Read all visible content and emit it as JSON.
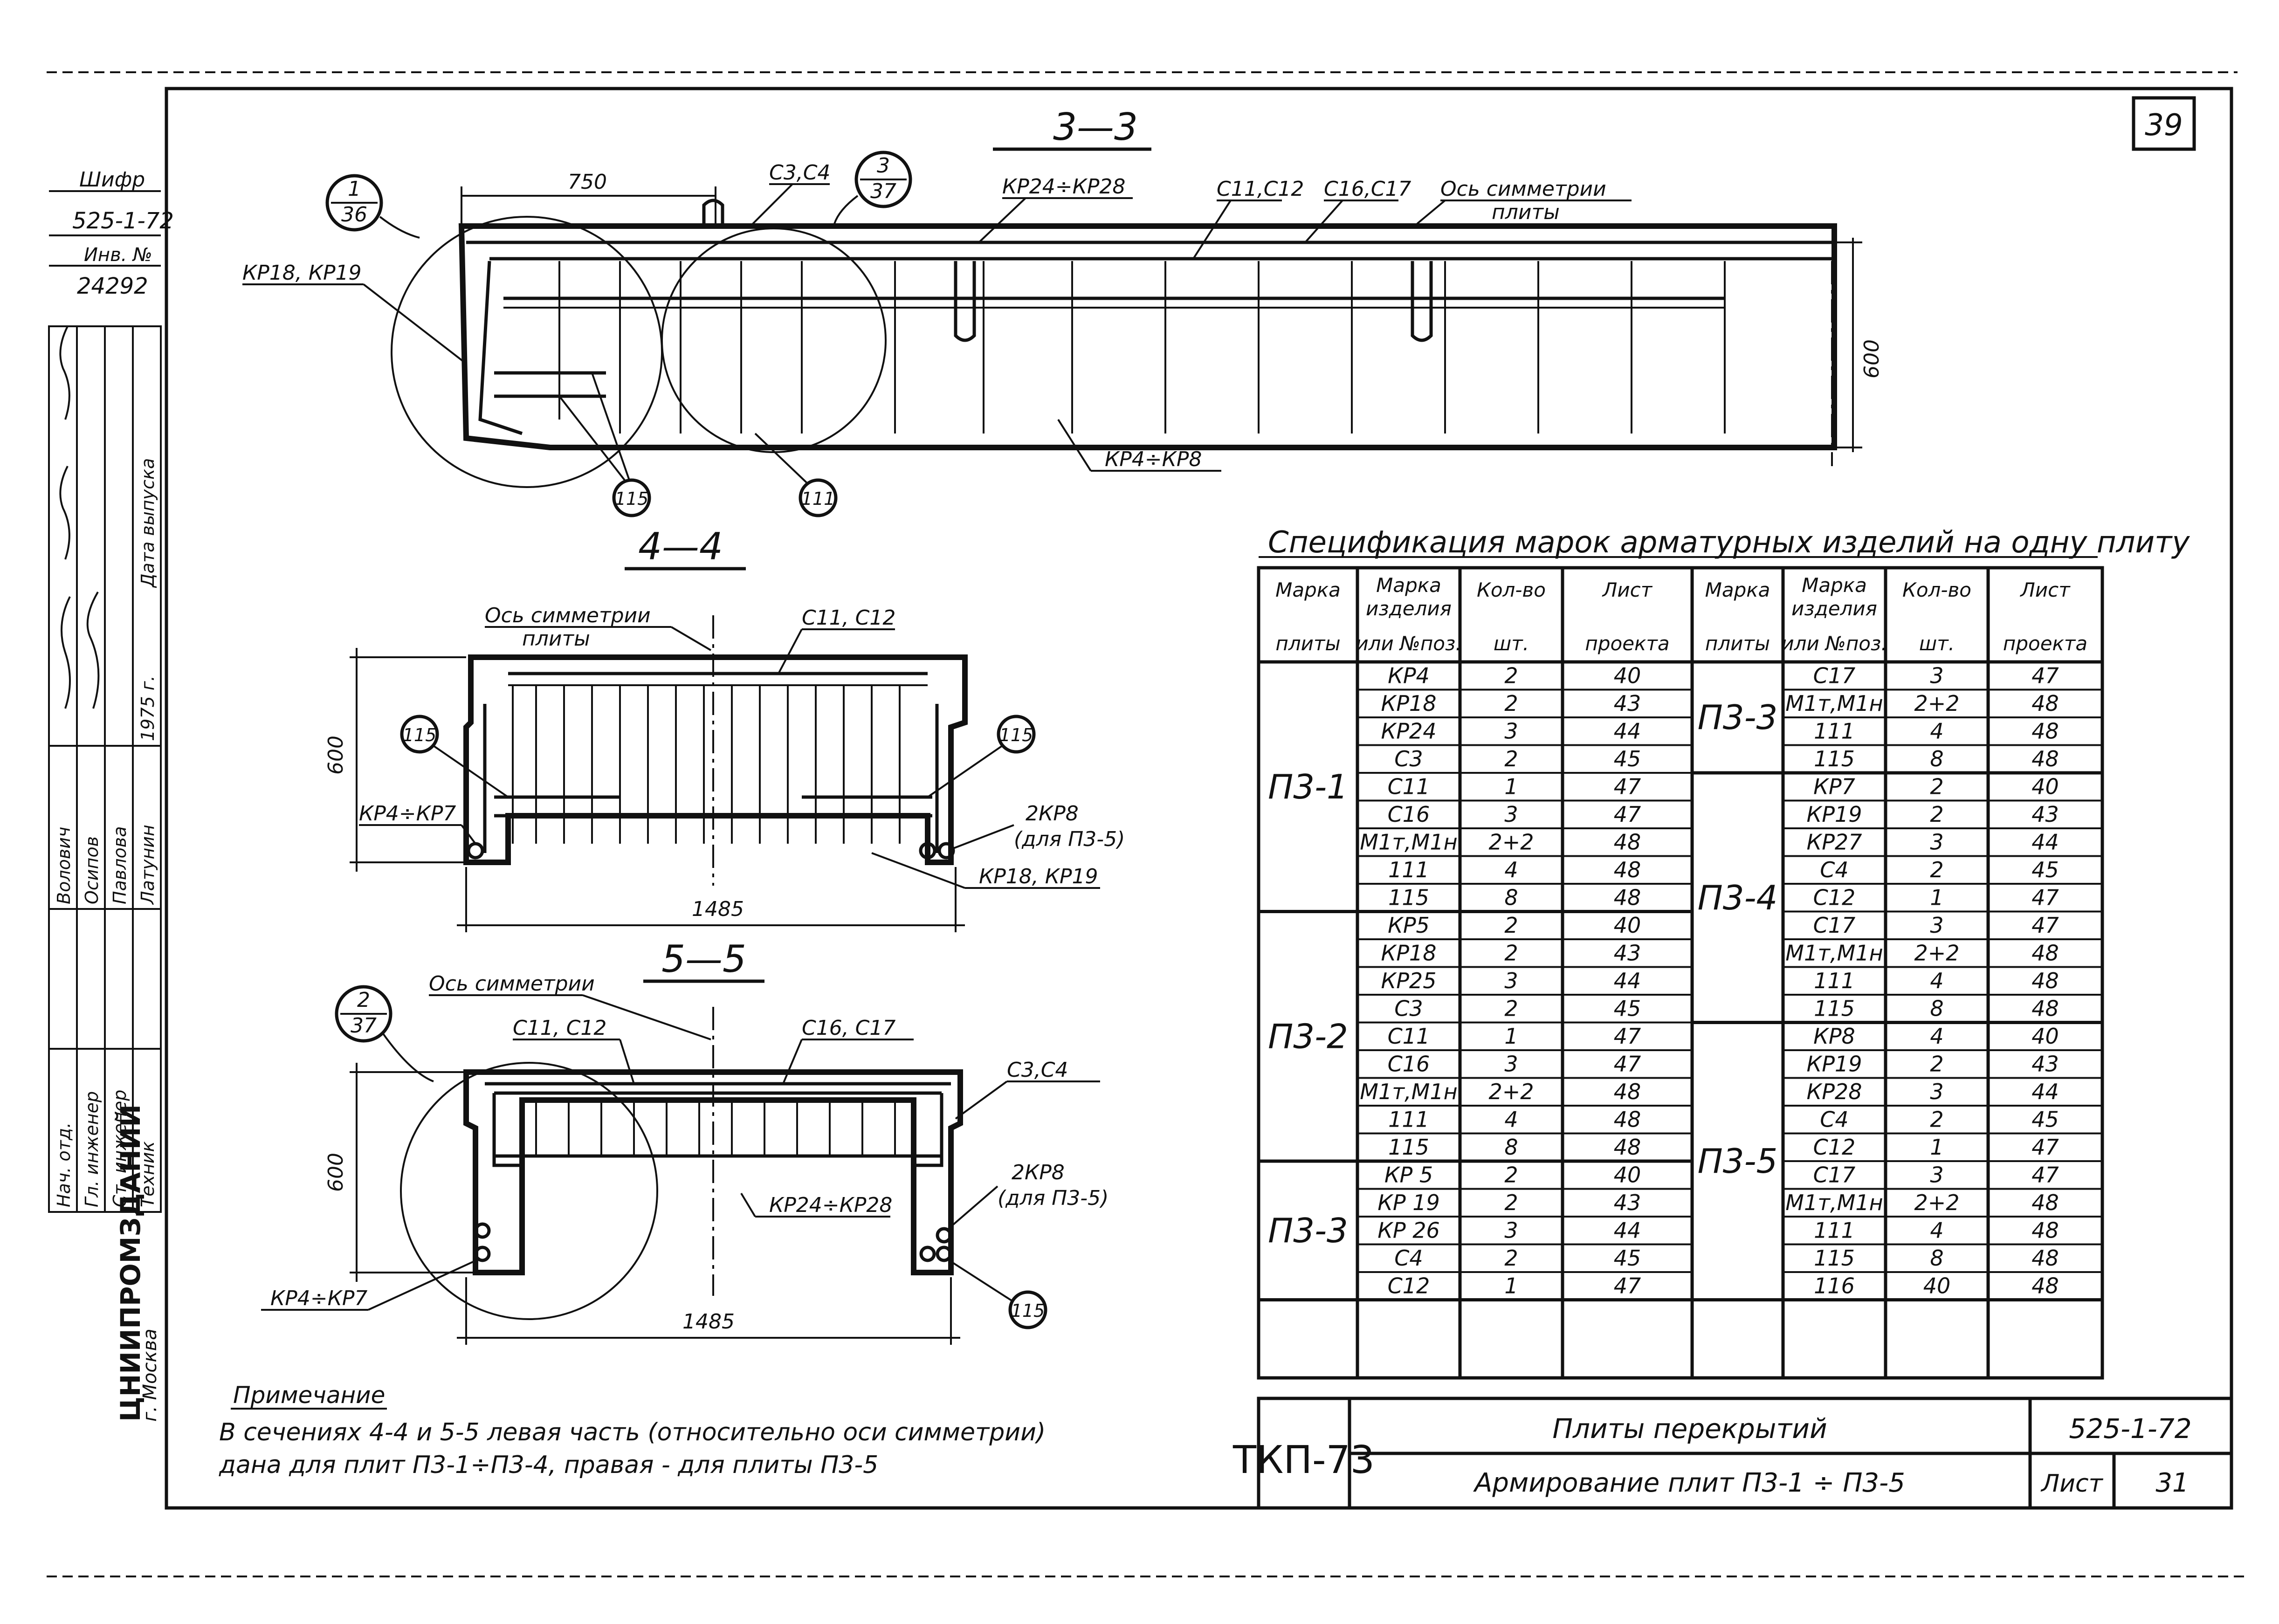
{
  "sheet_number": "39",
  "side_stamp": {
    "shifr_label": "Шифр",
    "shifr_value": "525-1-72",
    "inv_label": "Инв. №",
    "inv_value": "24292",
    "staff": [
      "Нач. отд.",
      "Гл. инженер",
      "Ст. инженер",
      "Техник",
      "Дата выпуска"
    ],
    "names": [
      "Волович",
      "Осипов",
      "Павлова",
      "Латунин",
      "1975 г."
    ],
    "org": "ЦНИИПРОМЗДАНИЙ",
    "city": "г. Москва"
  },
  "sections": {
    "s33": {
      "title": "3—3",
      "callout_a_num": "1",
      "callout_a_den": "36",
      "callout_b_num": "3",
      "callout_b_den": "37",
      "dim_750": "750",
      "dim_600": "600",
      "labels": {
        "c3c4": "С3,С4",
        "kp24_28": "КР24÷КР28",
        "c11c12": "С11,С12",
        "c16c17": "С16,С17",
        "axis": "Ось симметрии",
        "axis2": "плиты",
        "kp18_19": "КР18, КР19",
        "kp4_8": "КР4÷КР8",
        "c115": "115",
        "c111": "111"
      }
    },
    "s44": {
      "title": "4—4",
      "axis": "Ось симметрии",
      "axis2": "плиты",
      "c11c12": "С11, С12",
      "c115a": "115",
      "c115b": "115",
      "dim_600": "600",
      "kp4_7": "КР4÷КР7",
      "kp8": "2КР8",
      "kp8_note": "(для П3-5)",
      "kp18_19": "КР18, КР19",
      "dim_1485": "1485"
    },
    "s55": {
      "title": "5—5",
      "callout_num": "2",
      "callout_den": "37",
      "axis": "Ось симметрии",
      "c11c12": "С11, С12",
      "c16c17": "С16, С17",
      "c3c4": "С3,С4",
      "dim_600": "600",
      "kp24_28": "КР24÷КР28",
      "kp8": "2КР8",
      "kp8_note": "(для П3-5)",
      "kp4_7": "КР4÷КР7",
      "c115": "115",
      "dim_1485": "1485"
    }
  },
  "note": {
    "title": "Примечание",
    "line1": "В сечениях 4-4 и 5-5 левая часть (относительно оси симметрии)",
    "line2": "дана для плит П3-1÷П3-4, правая - для плиты П3-5"
  },
  "spec": {
    "title": "Спецификация марок арматурных изделий на одну плиту",
    "headers": {
      "marka_plity": [
        "Марка",
        "плиты"
      ],
      "marka_izd": [
        "Марка",
        "изделия",
        "или №поз."
      ],
      "kol": [
        "Кол-во",
        "шт."
      ],
      "list": [
        "Лист",
        "проекта"
      ]
    },
    "left_groups": [
      {
        "mark": "П3-1",
        "rows": [
          [
            "КР4",
            "2",
            "40"
          ],
          [
            "КР18",
            "2",
            "43"
          ],
          [
            "КР24",
            "3",
            "44"
          ],
          [
            "С3",
            "2",
            "45"
          ],
          [
            "С11",
            "1",
            "47"
          ],
          [
            "С16",
            "3",
            "47"
          ],
          [
            "М1т,М1н",
            "2+2",
            "48"
          ],
          [
            "111",
            "4",
            "48"
          ],
          [
            "115",
            "8",
            "48"
          ]
        ]
      },
      {
        "mark": "П3-2",
        "rows": [
          [
            "КР5",
            "2",
            "40"
          ],
          [
            "КР18",
            "2",
            "43"
          ],
          [
            "КР25",
            "3",
            "44"
          ],
          [
            "С3",
            "2",
            "45"
          ],
          [
            "С11",
            "1",
            "47"
          ],
          [
            "С16",
            "3",
            "47"
          ],
          [
            "М1т,М1н",
            "2+2",
            "48"
          ],
          [
            "111",
            "4",
            "48"
          ],
          [
            "115",
            "8",
            "48"
          ]
        ]
      },
      {
        "mark": "П3-3",
        "rows": [
          [
            "КР 5",
            "2",
            "40"
          ],
          [
            "КР 19",
            "2",
            "43"
          ],
          [
            "КР 26",
            "3",
            "44"
          ],
          [
            "С4",
            "2",
            "45"
          ],
          [
            "С12",
            "1",
            "47"
          ]
        ]
      }
    ],
    "right_groups": [
      {
        "mark": "П3-3",
        "rows": [
          [
            "С17",
            "3",
            "47"
          ],
          [
            "М1т,М1н",
            "2+2",
            "48"
          ],
          [
            "111",
            "4",
            "48"
          ],
          [
            "115",
            "8",
            "48"
          ]
        ]
      },
      {
        "mark": "П3-4",
        "rows": [
          [
            "КР7",
            "2",
            "40"
          ],
          [
            "КР19",
            "2",
            "43"
          ],
          [
            "КР27",
            "3",
            "44"
          ],
          [
            "С4",
            "2",
            "45"
          ],
          [
            "С12",
            "1",
            "47"
          ],
          [
            "С17",
            "3",
            "47"
          ],
          [
            "М1т,М1н",
            "2+2",
            "48"
          ],
          [
            "111",
            "4",
            "48"
          ],
          [
            "115",
            "8",
            "48"
          ]
        ]
      },
      {
        "mark": "П3-5",
        "rows": [
          [
            "КР8",
            "4",
            "40"
          ],
          [
            "КР19",
            "2",
            "43"
          ],
          [
            "КР28",
            "3",
            "44"
          ],
          [
            "С4",
            "2",
            "45"
          ],
          [
            "С12",
            "1",
            "47"
          ],
          [
            "С17",
            "3",
            "47"
          ],
          [
            "М1т,М1н",
            "2+2",
            "48"
          ],
          [
            "111",
            "4",
            "48"
          ],
          [
            "115",
            "8",
            "48"
          ],
          [
            "116",
            "40",
            "48"
          ]
        ]
      }
    ]
  },
  "title_block": {
    "org": "ТКП-73",
    "title1": "Плиты перекрытий",
    "title2": "Армирование плит П3-1 ÷ П3-5",
    "code": "525-1-72",
    "list_label": "Лист",
    "list_num": "31"
  }
}
